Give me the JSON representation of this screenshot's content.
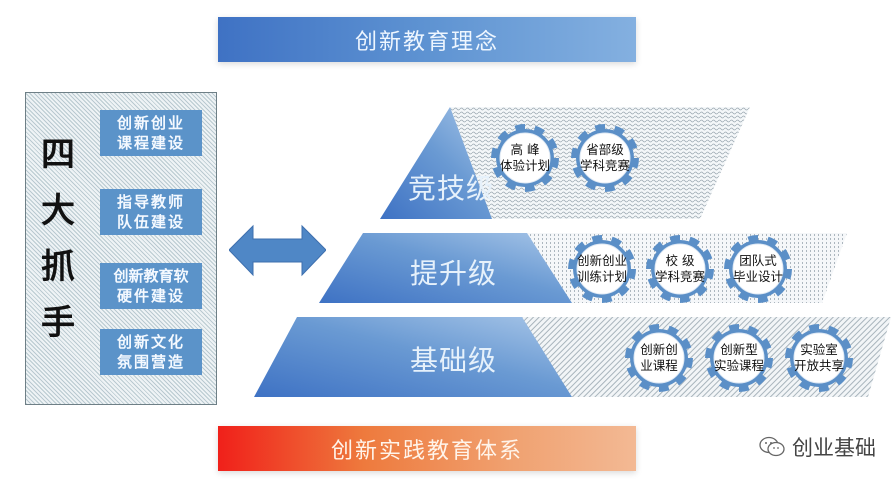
{
  "top_banner": {
    "label": "创新教育理念"
  },
  "bottom_banner": {
    "label": "创新实践教育体系"
  },
  "left_panel": {
    "title": [
      "四",
      "大",
      "抓",
      "手"
    ],
    "tasks": [
      {
        "line1": "创新创业",
        "line2": "课程建设"
      },
      {
        "line1": "指导教师",
        "line2": "队伍建设"
      },
      {
        "line1": "创新教育软",
        "line2": "硬件建设"
      },
      {
        "line1": "创新文化",
        "line2": "氛围营造"
      }
    ]
  },
  "arrow": {
    "icon": "double-arrow-icon"
  },
  "tiers": [
    {
      "name": "竞技级",
      "items": [
        {
          "line1": "高 峰",
          "line2": "体验计划"
        },
        {
          "line1": "省部级",
          "line2": "学科竞赛"
        }
      ]
    },
    {
      "name": "提升级",
      "items": [
        {
          "line1": "创新创业",
          "line2": "训练计划"
        },
        {
          "line1": "校 级",
          "line2": "学科竞赛"
        },
        {
          "line1": "团队式",
          "line2": "毕业设计"
        }
      ]
    },
    {
      "name": "基础级",
      "items": [
        {
          "line1": "创新创",
          "line2": "业课程"
        },
        {
          "line1": "创新型",
          "line2": "实验课程"
        },
        {
          "line1": "实验室",
          "line2": "开放共享"
        }
      ]
    }
  ],
  "watermark": {
    "icon": "wechat-icon",
    "label": "创业基础"
  },
  "colors": {
    "primary_blue": "#4a7fc6",
    "gear_blue": "#5b8fc7",
    "red": "#f0201a",
    "orange": "#f3b994"
  }
}
